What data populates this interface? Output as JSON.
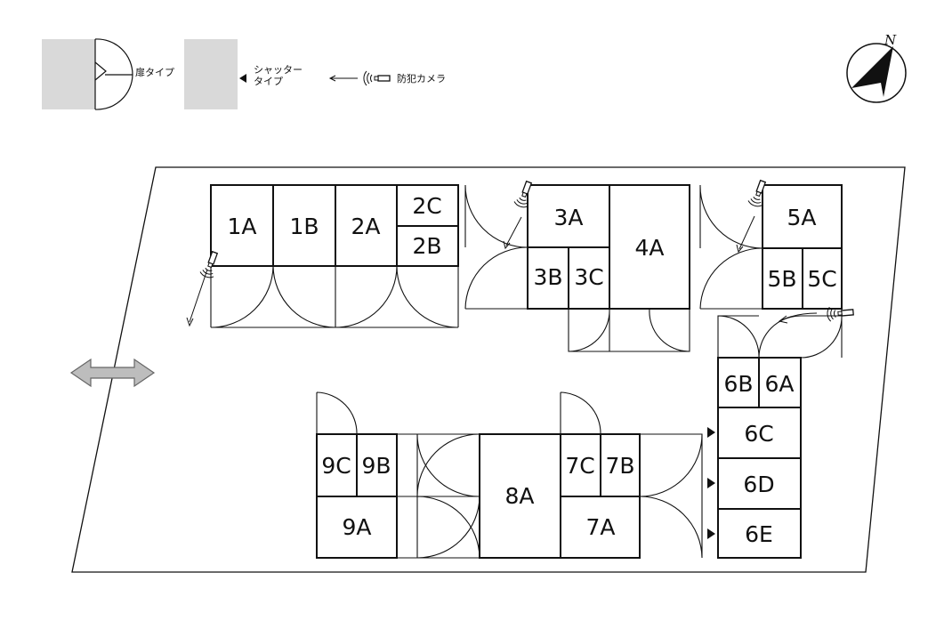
{
  "legend": {
    "door_type": "扉タイプ",
    "shutter_line1": "シャッター",
    "shutter_line2": "タイプ",
    "camera": "防犯カメラ",
    "gray": "#d9d9d9"
  },
  "compass": {
    "north_label": "N"
  },
  "entrance_icon": "double-arrow-icon",
  "units": {
    "u1A": "1A",
    "u1B": "1B",
    "u2A": "2A",
    "u2B": "2B",
    "u2C": "2C",
    "u3A": "3A",
    "u3B": "3B",
    "u3C": "3C",
    "u4A": "4A",
    "u5A": "5A",
    "u5B": "5B",
    "u5C": "5C",
    "u6A": "6A",
    "u6B": "6B",
    "u6C": "6C",
    "u6D": "6D",
    "u6E": "6E",
    "u7A": "7A",
    "u7B": "7B",
    "u7C": "7C",
    "u8A": "8A",
    "u9A": "9A",
    "u9B": "9B",
    "u9C": "9C"
  }
}
